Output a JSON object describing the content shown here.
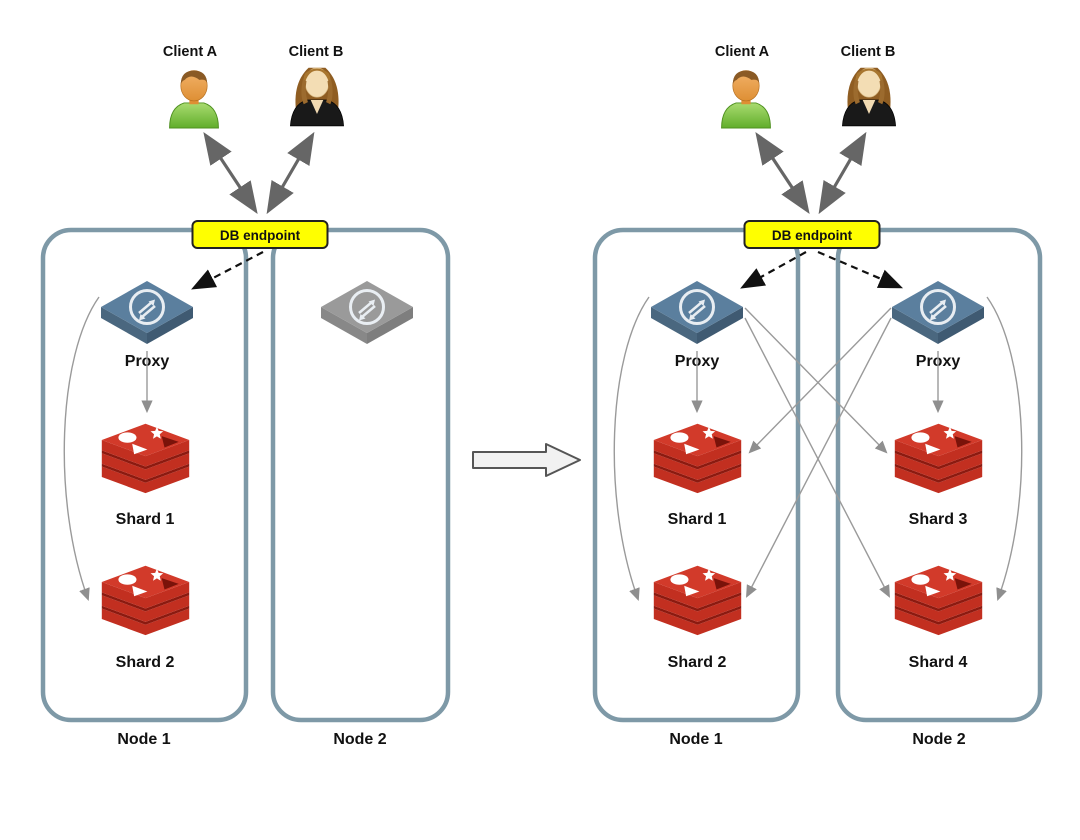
{
  "colors": {
    "node_border": "#7E99A7",
    "endpoint_background": "#FFFF00",
    "proxy_active": "#5B7F9E",
    "proxy_inactive": "#929292",
    "redis_red": "#C22F20",
    "client_arrow": "#666666",
    "connector_gray": "#9A9A9A"
  },
  "panels": [
    {
      "clients": [
        {
          "label": "Client A"
        },
        {
          "label": "Client B"
        }
      ],
      "endpoint": {
        "label": "DB endpoint"
      },
      "nodes": [
        {
          "label": "Node 1",
          "proxy": {
            "label": "Proxy"
          },
          "shards": [
            {
              "label": "Shard 1"
            },
            {
              "label": "Shard 2"
            }
          ]
        },
        {
          "label": "Node 2",
          "shards": []
        }
      ]
    },
    {
      "clients": [
        {
          "label": "Client A"
        },
        {
          "label": "Client B"
        }
      ],
      "endpoint": {
        "label": "DB endpoint"
      },
      "nodes": [
        {
          "label": "Node 1",
          "proxy": {
            "label": "Proxy"
          },
          "shards": [
            {
              "label": "Shard 1"
            },
            {
              "label": "Shard 2"
            }
          ]
        },
        {
          "label": "Node 2",
          "proxy": {
            "label": "Proxy"
          },
          "shards": [
            {
              "label": "Shard 3"
            },
            {
              "label": "Shard 4"
            }
          ]
        }
      ]
    }
  ]
}
